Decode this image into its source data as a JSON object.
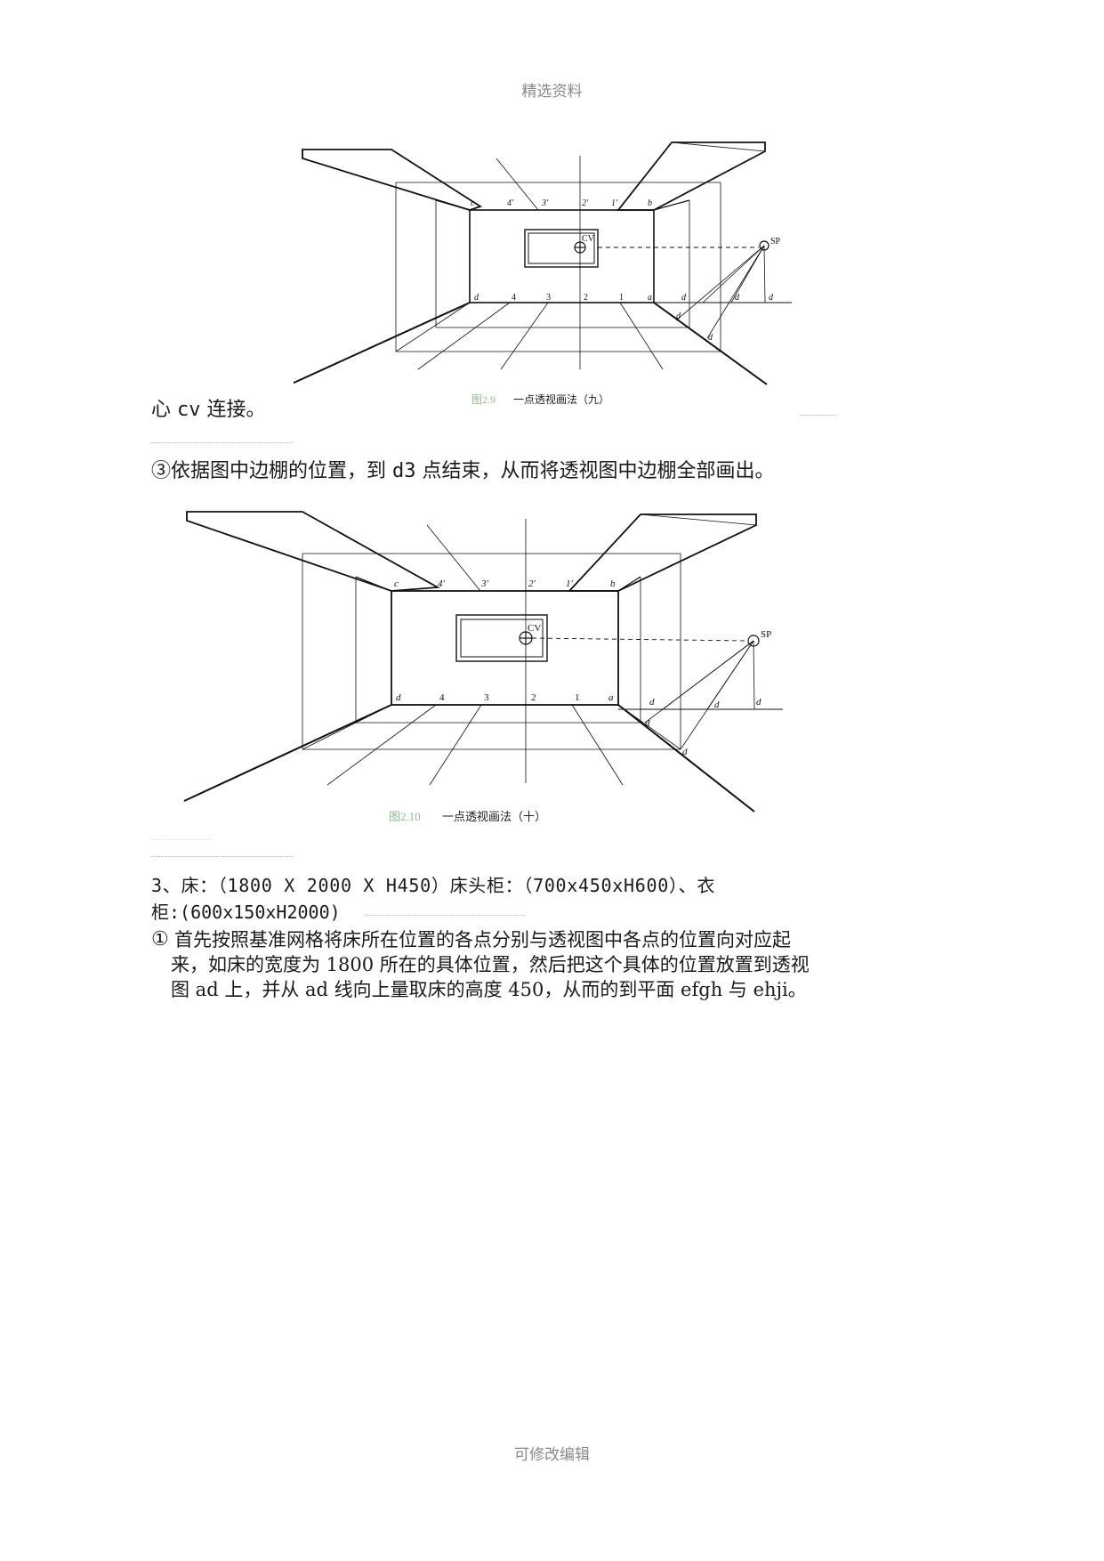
{
  "page": {
    "header": "精选资料",
    "footer": "可修改编辑"
  },
  "figure_a": {
    "caption_num": "图2.9",
    "caption_text": "一点透视画法（九）"
  },
  "figure_b": {
    "caption_num": "图2.10",
    "caption_text": "一点透视画法（十）"
  },
  "labels": {
    "c": "c",
    "b": "b",
    "d": "d",
    "a": "a",
    "p4": "4′",
    "p3": "3′",
    "p2": "2′",
    "p1": "1′",
    "n4": "4",
    "n3": "3",
    "n2": "2",
    "n1": "1",
    "cv": "CV",
    "sp": "SP",
    "d1": "d",
    "d2": "d",
    "d3": "d",
    "d1p": "d",
    "d2p": "d",
    "sub1": "1",
    "sub2": "2",
    "sub3": "3",
    "prime": "′"
  },
  "text": {
    "line1_a": "心",
    "line1_b": "cv",
    "line1_c": "连接。",
    "step3_marker": "③",
    "step3_a": "依据图中边棚的位置，到",
    "step3_b": "d3",
    "step3_c": "点结束，从而将透视图中边棚全部画出。",
    "sec3_line1": "3、床：（1800 X 2000 X H450）床头柜：（700x450xH600）、衣",
    "sec3_line2": "柜:(600x150xH2000)",
    "step1_marker": "①",
    "step1_line1": "首先按照基准网格将床所在位置的各点分别与透视图中各点的位置向对应起",
    "step1_line2": "来，如床的宽度为 1800 所在的具体位置，然后把这个具体的位置放置到透视",
    "step1_line3": "图 ad 上，并从 ad 线向上量取床的高度 450，从而的到平面 efgh 与 ehji。"
  },
  "colors": {
    "caption_num": "#8cc08c",
    "header": "#8a8a8a"
  }
}
